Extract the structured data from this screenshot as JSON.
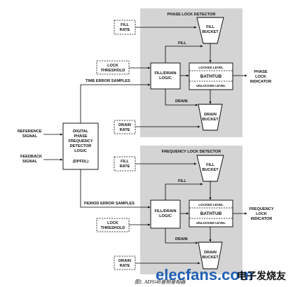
{
  "inputs": {
    "reference_line1": "REFERENCE",
    "reference_line2": "SIGNAL",
    "feedback_line1": "FEEDBACK",
    "feedback_line2": "SIGNAL"
  },
  "dpfdl": {
    "line1": "DIGITAL",
    "line2": "PHASE",
    "line3": "FREQUENCY",
    "line4": "DETECTOR",
    "line5": "LOGIC",
    "abbr": "(DPFDL)"
  },
  "phase_detector": {
    "title": "PHASE LOCK DETECTOR",
    "fill_rate_line1": "FILL",
    "fill_rate_line2": "RATE",
    "fill_bucket_line1": "FILL",
    "fill_bucket_line2": "BUCKET",
    "fill_label": "FILL",
    "lock_threshold_line1": "LOCK",
    "lock_threshold_line2": "THRESHOLD",
    "logic_line1": "FILL/DRAIN",
    "logic_line2": "LOGIC",
    "locked_level": "LOCKED LEVEL",
    "bathtub": "BATHTUB",
    "unlocked_level": "UNLOCKED LEVEL",
    "indicator_line1": "PHASE",
    "indicator_line2": "LOCK",
    "indicator_line3": "INDICATOR",
    "samples_label": "TIME ERROR SAMPLES",
    "drain_label": "DRAIN",
    "drain_rate_line1": "DRAIN",
    "drain_rate_line2": "RATE",
    "drain_bucket_line1": "DRAIN",
    "drain_bucket_line2": "BUCKET"
  },
  "frequency_detector": {
    "title": "FREQUENCY LOCK DETECTOR",
    "fill_rate_line1": "FILL",
    "fill_rate_line2": "RATE",
    "fill_bucket_line1": "FILL",
    "fill_bucket_line2": "BUCKET",
    "fill_label": "FILL",
    "lock_threshold_line1": "LOCK",
    "lock_threshold_line2": "THRESHOLD",
    "logic_line1": "FILL/DRAIN",
    "logic_line2": "LOGIC",
    "locked_level": "LOCKED LEVEL",
    "bathtub": "BATHTUB",
    "unlocked_level": "UNLOCKED LEVEL",
    "indicator_line1": "FREQUENCY",
    "indicator_line2": "LOCK",
    "indicator_line3": "INDICATOR",
    "samples_label": "PERIOD ERROR SAMPLES",
    "drain_label": "DRAIN",
    "drain_rate_line1": "DRAIN",
    "drain_rate_line2": "RATE",
    "drain_bucket_line1": "DRAIN",
    "drain_bucket_line2": "BUCKET"
  },
  "caption": "图1. AD9548鉴频鉴相器",
  "watermark": {
    "site": "elecfans.com",
    "cn": "电子发烧友"
  },
  "colors": {
    "panel": "#d4d4d4",
    "watermark_blue": "#1f5fb4",
    "watermark_black": "#111111"
  }
}
